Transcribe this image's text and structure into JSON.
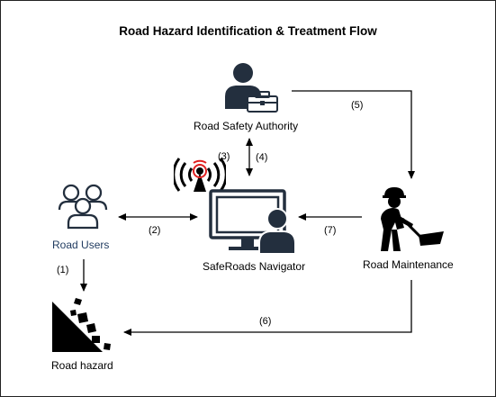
{
  "title": "Road Hazard Identification & Treatment Flow",
  "nodes": {
    "authority": {
      "label": "Road Safety Authority",
      "icon": "business-person-with-toolbox-icon"
    },
    "navigator": {
      "label": "SafeRoads Navigator",
      "icon": "computer-user-icon"
    },
    "users": {
      "label": "Road Users",
      "icon": "user-group-icon",
      "label_color": "#1f3a5f"
    },
    "maintenance": {
      "label": "Road Maintenance",
      "icon": "worker-shoveling-icon"
    },
    "hazard": {
      "label": "Road hazard",
      "icon": "falling-rocks-icon"
    },
    "wireless": {
      "icon": "wireless-broadcast-icon"
    }
  },
  "steps": {
    "s1": "(1)",
    "s2": "(2)",
    "s3": "(3)",
    "s4": "(4)",
    "s5": "(5)",
    "s6": "(6)",
    "s7": "(7)"
  },
  "colors": {
    "icon_dark": "#232f3e",
    "icon_grey": "#555b66",
    "edge": "#000000"
  }
}
